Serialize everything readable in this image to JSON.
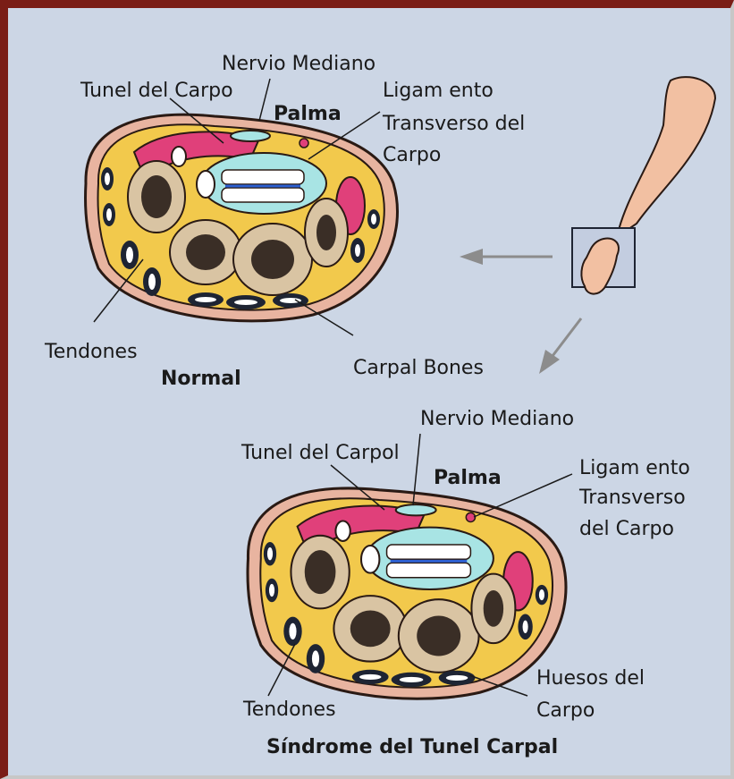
{
  "colors": {
    "border": "#7a1d16",
    "background": "#ccd6e5",
    "fat": "#f2c94c",
    "skin": "#e8b4a0",
    "muscle": "#e0407a",
    "bone": "#d9c4a3",
    "tendon": "#1e2433",
    "nerve": "#a8e4e4",
    "arrow": "#8c8c8c"
  },
  "normal": {
    "nervio_mediano": "Nervio Mediano",
    "tunel_del_carpo": "Tunel del Carpo",
    "palma": "Palma",
    "ligamento": "Ligam ento",
    "transverso_del": "Transverso del",
    "carpo": "Carpo",
    "tendones": "Tendones",
    "caption": "Normal"
  },
  "carpal_bones": "Carpal Bones",
  "syndrome": {
    "nervio_mediano": "Nervio Mediano",
    "tunel_del_carpol": "Tunel del Carpol",
    "palma": "Palma",
    "ligamento": "Ligam ento",
    "transverso": "Transverso",
    "del_carpo": "del Carpo",
    "tendones": "Tendones",
    "huesos_del": "Huesos del",
    "carpo": "Carpo",
    "caption": "Síndrome del Tunel Carpal"
  }
}
